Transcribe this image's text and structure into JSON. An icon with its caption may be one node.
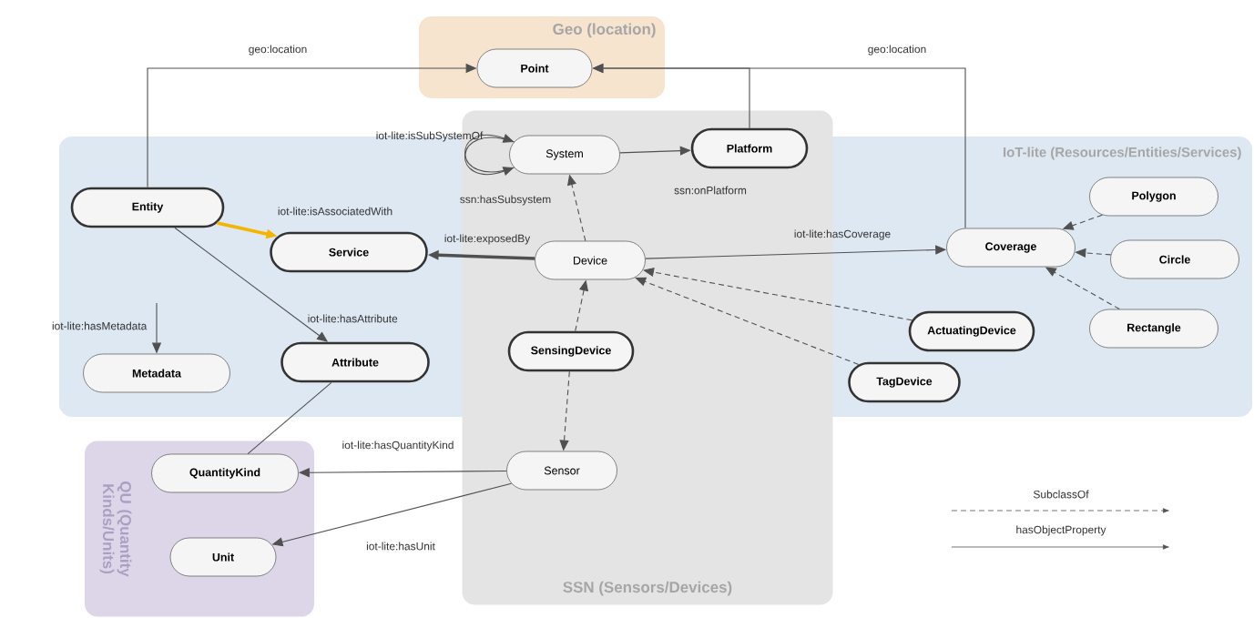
{
  "diagram": {
    "nodes": [
      {
        "text": [
          "Geo (location)"
        ]
      },
      {
        "text": [
          "Point"
        ],
        "in": 0
      },
      {
        "text": [
          "IoT-lite (Resources/Entities/Services)"
        ]
      },
      {
        "text": [
          "SSN (Sensors/Devices)"
        ]
      },
      {
        "text": [
          "QU (Quantity Kinds/Units)"
        ]
      },
      {
        "text": [
          "System"
        ]
      },
      {
        "text": [
          "Platform"
        ],
        "in": 3
      },
      {
        "text": [
          "Entity"
        ],
        "in": 2
      },
      {
        "text": [
          "Service"
        ],
        "in": 2
      },
      {
        "text": [
          "Device"
        ]
      },
      {
        "text": [
          "Coverage"
        ],
        "in": 2
      },
      {
        "text": [
          "Polygon"
        ],
        "in": 2
      },
      {
        "text": [
          "Circle"
        ],
        "in": 2
      },
      {
        "text": [
          "Rectangle"
        ],
        "in": 2
      },
      {
        "text": [
          "Metadata"
        ],
        "in": 2
      },
      {
        "text": [
          "Attribute"
        ],
        "in": 2
      },
      {
        "text": [
          "SensingDevice"
        ]
      },
      {
        "text": [
          "ActuatingDevice"
        ],
        "in": 2
      },
      {
        "text": [
          "TagDevice"
        ],
        "in": 2
      },
      {
        "text": [
          "QuantityKind"
        ],
        "in": 4
      },
      {
        "text": [
          "Sensor"
        ],
        "in": 3
      },
      {
        "text": [
          "Unit"
        ],
        "in": 4
      }
    ],
    "edges": [
      {
        "from": 7,
        "to": 1,
        "arrow": "to",
        "label": "geo:location"
      },
      {
        "from": 6,
        "to": 1,
        "arrow": "to"
      },
      {
        "from": 10,
        "to": 1,
        "arrow": "to",
        "label": "geo:location"
      },
      {
        "from": 5,
        "to": 5,
        "arrow": "to",
        "label": "iot-lite:isSubSystemOf"
      },
      {
        "from": 5,
        "to": 5,
        "arrow": "to",
        "label": "ssn:hasSubsystem"
      },
      {
        "from": 5,
        "to": 6,
        "arrow": "to",
        "label": "ssn:onPlatform"
      },
      {
        "from": 7,
        "to": 8,
        "arrow": "to",
        "label": "iot-lite:isAssociatedWith",
        "style": "thick",
        "color": "#f5b400"
      },
      {
        "from": 9,
        "to": 8,
        "arrow": "to",
        "label": "iot-lite:exposedBy",
        "style": "thick"
      },
      {
        "from": 9,
        "to": 5,
        "arrow": "to",
        "style": "dashed"
      },
      {
        "from": 9,
        "to": 10,
        "arrow": "to",
        "label": "iot-lite:hasCoverage"
      },
      {
        "from": 11,
        "to": 10,
        "arrow": "to",
        "style": "dashed"
      },
      {
        "from": 12,
        "to": 10,
        "arrow": "to",
        "style": "dashed"
      },
      {
        "from": 13,
        "to": 10,
        "arrow": "to",
        "style": "dashed"
      },
      {
        "from": null,
        "to": 14,
        "arrow": "to",
        "label": "iot-lite:hasMetadata"
      },
      {
        "from": 7,
        "to": 15,
        "arrow": "to",
        "label": "iot-lite:hasAttribute"
      },
      {
        "from": 16,
        "to": 9,
        "arrow": "to",
        "style": "dashed"
      },
      {
        "from": 17,
        "to": 9,
        "arrow": "to",
        "style": "dashed"
      },
      {
        "from": 18,
        "to": 9,
        "arrow": "to",
        "style": "dashed"
      },
      {
        "from": 16,
        "to": 20,
        "arrow": "to",
        "style": "dashed"
      },
      {
        "from": 15,
        "to": 19,
        "arrow": "none"
      },
      {
        "from": 20,
        "to": 19,
        "arrow": "to",
        "label": "iot-lite:hasQuantityKind"
      },
      {
        "from": 20,
        "to": 21,
        "arrow": "to",
        "label": "iot-lite:hasUnit"
      }
    ],
    "legend": [
      {
        "text": "SubclassOf"
      },
      {
        "text": "hasObjectProperty"
      }
    ]
  }
}
